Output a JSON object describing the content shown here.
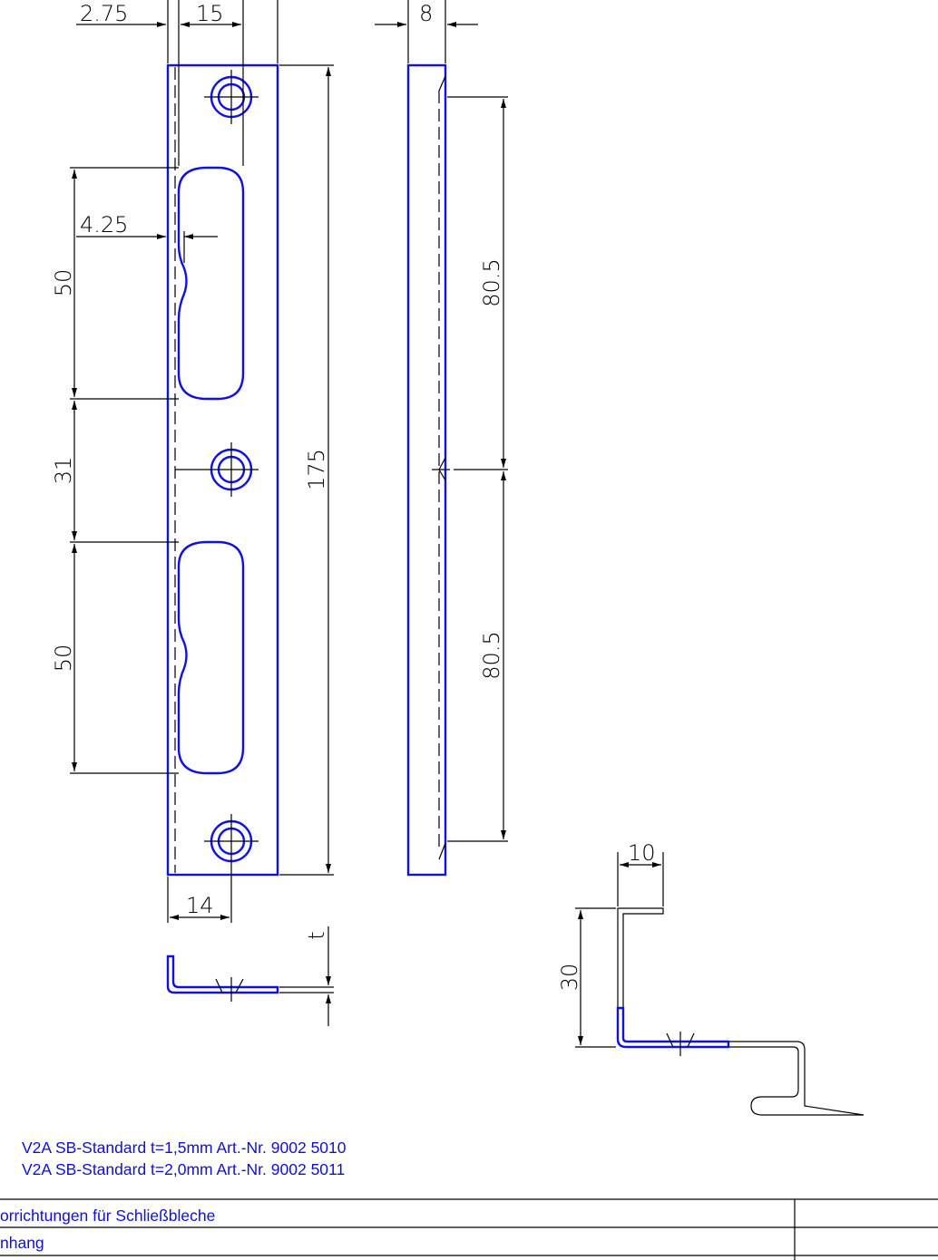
{
  "dimensions": {
    "d_2_75": "2.75",
    "d_15": "15",
    "d_8": "8",
    "d_4_25": "4.25",
    "d_50_top": "50",
    "d_31": "31",
    "d_50_bottom": "50",
    "d_175": "175",
    "d_80_5_top": "80.5",
    "d_80_5_bottom": "80.5",
    "d_14": "14",
    "d_t": "t",
    "d_10": "10",
    "d_30": "30"
  },
  "notes": [
    "V2A SB-Standard t=1,5mm Art.-Nr. 9002 5010",
    "V2A SB-Standard t=2,0mm Art.-Nr. 9002 5011"
  ],
  "title_block": {
    "row1": "orrichtungen für Schließbleche",
    "row2": "nhang"
  },
  "colors": {
    "outline": "#1010e0",
    "line": "#000000",
    "text_blue": "#1010d0"
  }
}
